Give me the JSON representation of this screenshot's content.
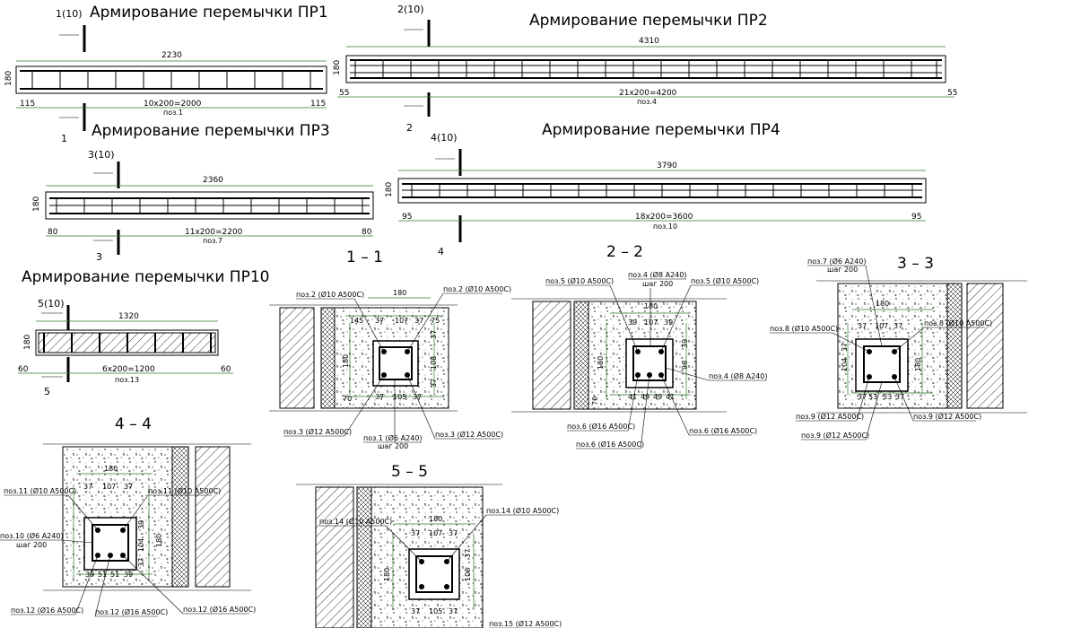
{
  "beams": [
    {
      "title": "Армирование перемычки ПР1",
      "section": "1",
      "section_ref": "1(10)",
      "total": "2230",
      "height": "180",
      "left": "115",
      "right": "115",
      "spacing": "10х200=2000",
      "pos": "поз.1"
    },
    {
      "title": "Армирование перемычки ПР2",
      "section": "2",
      "section_ref": "2(10)",
      "total": "4310",
      "height": "180",
      "left": "55",
      "right": "55",
      "spacing": "21х200=4200",
      "pos": "поз.4"
    },
    {
      "title": "Армирование перемычки ПР3",
      "section": "3",
      "section_ref": "3(10)",
      "total": "2360",
      "height": "180",
      "left": "80",
      "right": "80",
      "spacing": "11х200=2200",
      "pos": "поз.7"
    },
    {
      "title": "Армирование перемычки ПР4",
      "section": "4",
      "section_ref": "4(10)",
      "total": "3790",
      "height": "180",
      "left": "95",
      "right": "95",
      "spacing": "18х200=3600",
      "pos": "поз.10"
    },
    {
      "title": "Армирование перемычки ПР10",
      "section": "5",
      "section_ref": "5(10)",
      "total": "1320",
      "height": "180",
      "left": "60",
      "right": "60",
      "spacing": "6х200=1200",
      "pos": "поз.13"
    }
  ],
  "sections": [
    {
      "title": "1 – 1",
      "width": "180",
      "dims_top": [
        "145",
        "37",
        "107",
        "37",
        "75"
      ],
      "dims_bottom": [
        "70",
        "37",
        "105",
        "37"
      ],
      "side_dims": [
        "180",
        "108",
        "37",
        "37"
      ],
      "labels": [
        "поз.2 (Ø10 А500С)",
        "поз.2 (Ø10 А500С)",
        "поз.3 (Ø12 А500С)",
        "поз.1 (Ø6 А240)",
        "шаг 200",
        "поз.3 (Ø12 А500С)"
      ]
    },
    {
      "title": "2 – 2",
      "width": "180",
      "dims_top": [
        "39",
        "107",
        "39"
      ],
      "dims_bottom": [
        "70",
        "41",
        "49",
        "49",
        "41"
      ],
      "side_dims": [
        "180",
        "39",
        "96"
      ],
      "labels": [
        "поз.5 (Ø10 А500С)",
        "поз.4 (Ø8 А240)",
        "шаг 200",
        "поз.5 (Ø10 А500С)",
        "поз.4 (Ø8 А240)",
        "поз.6 (Ø16 А500С)",
        "поз.6 (Ø16 А500С)",
        "поз.6 (Ø16 А500С)"
      ]
    },
    {
      "title": "3 – 3",
      "width": "180",
      "dims_top": [
        "37",
        "107",
        "37"
      ],
      "dims_bottom": [
        "37",
        "53",
        "53",
        "37"
      ],
      "side_dims": [
        "104",
        "37",
        "180"
      ],
      "labels": [
        "поз.7 (Ø6 А240)",
        "шаг 200",
        "поз.8 (Ø10 А500С)",
        "поз.8 (Ø10 А500С)",
        "поз.9 (Ø12 А500С)",
        "поз.9 (Ø12 А500С)",
        "поз.9 (Ø12 А500С)"
      ]
    },
    {
      "title": "4 – 4",
      "width": "180",
      "dims_top": [
        "37",
        "107",
        "37"
      ],
      "dims_bottom": [
        "39",
        "51",
        "51",
        "39"
      ],
      "side_dims": [
        "39",
        "104",
        "180",
        "37"
      ],
      "labels": [
        "поз.11 (Ø10 А500С)",
        "поз.11 (Ø10 А500С)",
        "поз.10 (Ø6 А240)",
        "шаг 200",
        "поз.12 (Ø16 А500С)",
        "поз.12 (Ø16 А500С)",
        "поз.12 (Ø16 А500С)"
      ]
    },
    {
      "title": "5 – 5",
      "width": "180",
      "dims_top": [
        "37",
        "107",
        "37"
      ],
      "dims_bottom": [
        "37",
        "105",
        "37"
      ],
      "side_dims": [
        "180",
        "106",
        "37"
      ],
      "labels": [
        "поз.14 (Ø10 А500С)",
        "поз.14 (Ø10 А500С)",
        "поз.15 (Ø12 А500С)"
      ]
    }
  ]
}
